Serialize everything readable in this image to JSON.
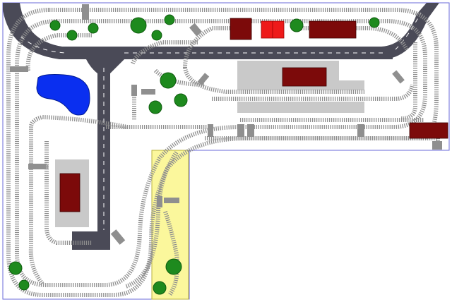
{
  "layout_plan": {
    "colors": {
      "board_border": "#6a6ad8",
      "board_fill": "#ffffff",
      "yellow_module": "#fbf79c",
      "yellow_module_border": "#b9b23e",
      "track": "#8e8e8e",
      "road": "#4a4a57",
      "building": "#7c0a0a",
      "red_building": "#ee1a1a",
      "tree": "#1e8a1e",
      "tree_dark": "#0f5c0f",
      "water": "#0a2ff0",
      "platform": "#c9c9c9",
      "crossing": "#8f8f8f"
    },
    "elements": {
      "trees": 16,
      "buildings": 6,
      "ponds": 1,
      "station_platforms": 3
    },
    "icons": [
      "tree-icon",
      "pond-icon",
      "building-icon",
      "crossing-gate-icon"
    ]
  }
}
